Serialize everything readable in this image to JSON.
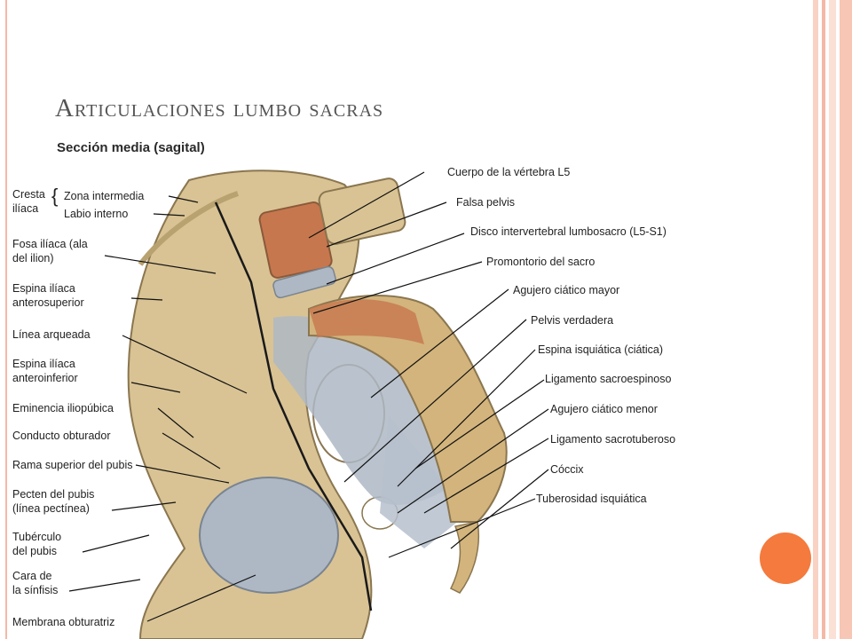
{
  "slide": {
    "title": "Articulaciones lumbo sacras",
    "colors": {
      "accent": "#f47a3d",
      "border": "#f4b9a6",
      "title": "#555555"
    }
  },
  "figure": {
    "heading": "Sección media (sagital)",
    "left_labels": {
      "cresta": "Cresta",
      "iliaca": "ilíaca",
      "zona_intermedia": "Zona intermedia",
      "labio_interno": "Labio interno",
      "fosa_1": "Fosa ilíaca (ala",
      "fosa_2": "del ilion)",
      "eias_1": "Espina ilíaca",
      "eias_2": "anterosuperior",
      "linea_arqueada": "Línea arqueada",
      "eiai_1": "Espina ilíaca",
      "eiai_2": "anteroinferior",
      "eminencia": "Eminencia iliopúbica",
      "conducto": "Conducto obturador",
      "rama": "Rama superior del pubis",
      "pecten_1": "Pecten del pubis",
      "pecten_2": "(línea pectínea)",
      "tuberculo_1": "Tubérculo",
      "tuberculo_2": "del pubis",
      "cara_1": "Cara de",
      "cara_2": "la sínfisis",
      "membrana": "Membrana obturatriz"
    },
    "right_labels": {
      "cuerpo": "Cuerpo de la vértebra L5",
      "falsa": "Falsa pelvis",
      "disco": "Disco intervertebral lumbosacro (L5-S1)",
      "promontorio": "Promontorio del sacro",
      "agujero_mayor": "Agujero ciático mayor",
      "pelvis_verdadera": "Pelvis verdadera",
      "espina_isquiatica": "Espina isquiática (ciática)",
      "lig_sacroespinoso": "Ligamento sacroespinoso",
      "agujero_menor": "Agujero ciático menor",
      "lig_sacrotuberoso": "Ligamento sacrotuberoso",
      "coccix": "Cóccix",
      "tuberosidad": "Tuberosidad isquiática"
    }
  }
}
